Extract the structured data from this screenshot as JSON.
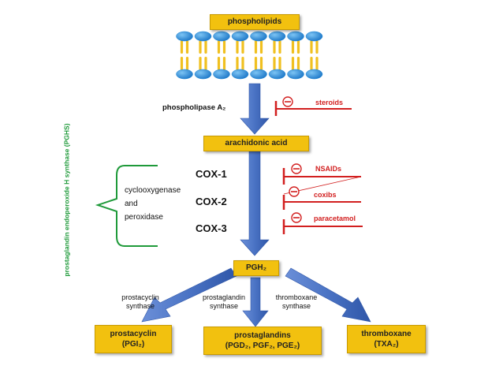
{
  "nodes": {
    "phospholipids": "phospholipids",
    "arachidonic_acid": "arachidonic acid",
    "pgh2": "PGH₂",
    "prostacyclin": {
      "line1": "prostacyclin",
      "line2": "(PGI₂)"
    },
    "prostaglandins": {
      "line1": "prostaglandins",
      "line2": "(PGD₂, PGF₂, PGE₂)"
    },
    "thromboxane": {
      "line1": "thromboxane",
      "line2": "(TXA₂)"
    }
  },
  "enzymes": {
    "phospholipase": "phospholipase A₂",
    "cyclooxygenase": "cyclooxygenase",
    "and": "and",
    "peroxidase": "peroxidase",
    "cox1": "COX-1",
    "cox2": "COX-2",
    "cox3": "COX-3",
    "prostacyclin_synthase": {
      "line1": "prostacyclin",
      "line2": "synthase"
    },
    "prostaglandin_synthase": {
      "line1": "prostaglandin",
      "line2": "synthase"
    },
    "thromboxane_synthase": {
      "line1": "thromboxane",
      "line2": "synthase"
    }
  },
  "pghs_label": "prostaglandin endoperoxide H synthase (PGHS)",
  "inhibitors": {
    "steroids": "steroids",
    "nsaids": "NSAIDs",
    "coxibs": "coxibs",
    "paracetamol": "paracetamol",
    "minus_sign": "−"
  },
  "colors": {
    "node_fill": "#f2c10f",
    "arrow_blue": "#4a73c4",
    "inhibitor_red": "#d21f1f",
    "bracket_green": "#1f9a3a",
    "lipid_head": "#1e88d6",
    "lipid_tail": "#f0c020"
  }
}
